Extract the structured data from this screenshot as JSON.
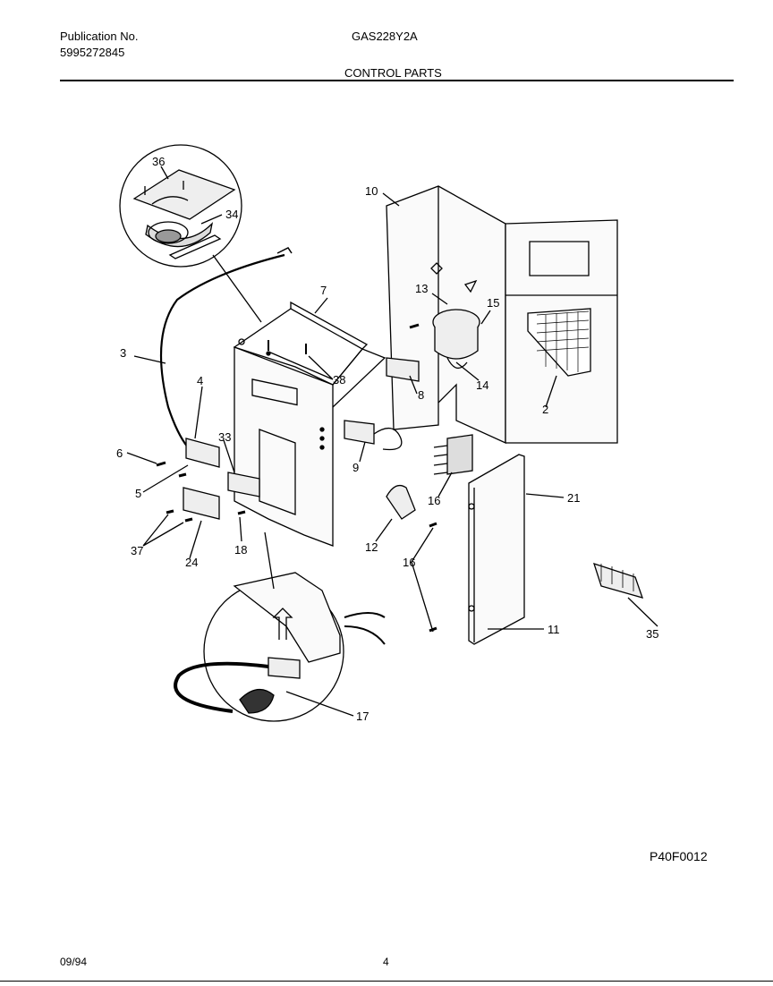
{
  "header": {
    "publication_label": "Publication No.",
    "publication_number": "5995272845",
    "model": "GAS228Y2A",
    "section_title": "CONTROL PARTS"
  },
  "figure_code": "P40F0012",
  "footer": {
    "date": "09/94",
    "page": "4"
  },
  "callouts": [
    "36",
    "34",
    "10",
    "7",
    "13",
    "15",
    "3",
    "38",
    "8",
    "14",
    "4",
    "2",
    "33",
    "6",
    "9",
    "5",
    "16",
    "21",
    "12",
    "18",
    "37",
    "24",
    "11",
    "35",
    "17"
  ]
}
